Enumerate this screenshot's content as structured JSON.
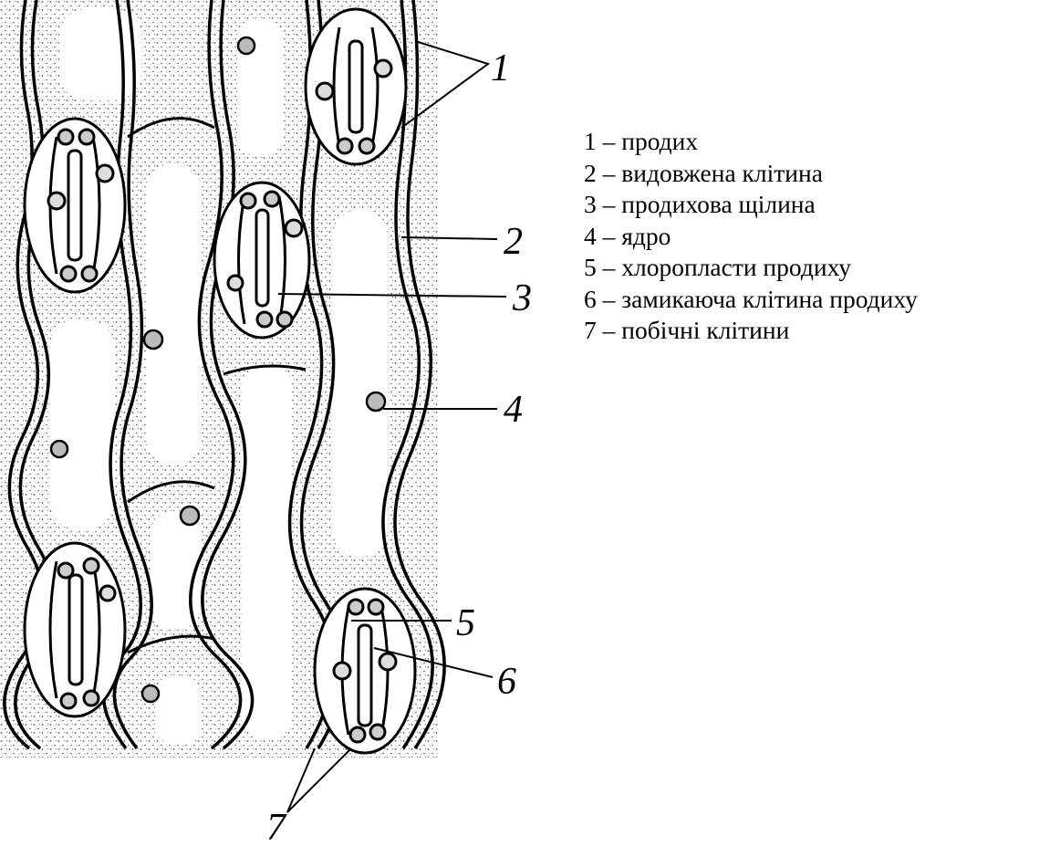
{
  "figure": {
    "callouts": [
      "1",
      "2",
      "3",
      "4",
      "5",
      "6",
      "7"
    ]
  },
  "legend": [
    {
      "num": "1",
      "sep": "–",
      "text": "продих"
    },
    {
      "num": "2",
      "sep": "–",
      "text": "видовжена клітина"
    },
    {
      "num": "3",
      "sep": "–",
      "text": "продихова щілина"
    },
    {
      "num": "4",
      "sep": "–",
      "text": "ядро"
    },
    {
      "num": "5",
      "sep": "–",
      "text": "хлоропласти продиху"
    },
    {
      "num": "6",
      "sep": "–",
      "text": "замикаюча клітина продиху"
    },
    {
      "num": "7",
      "sep": "–",
      "text": "побічні клітини"
    }
  ]
}
